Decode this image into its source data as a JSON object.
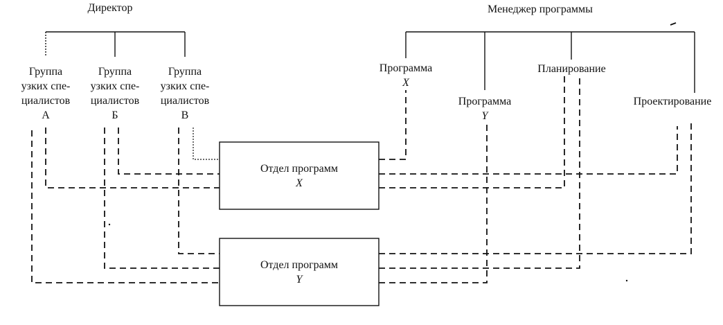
{
  "director": {
    "title": "Директор"
  },
  "manager": {
    "title": "Менеджер программы"
  },
  "groups": [
    {
      "line1": "Группа",
      "line2": "узких спе-",
      "line3": "циалистов",
      "letter": "А"
    },
    {
      "line1": "Группа",
      "line2": "узких спе-",
      "line3": "циалистов",
      "letter": "Б"
    },
    {
      "line1": "Группа",
      "line2": "узких спе-",
      "line3": "циалистов",
      "letter": "В"
    }
  ],
  "manager_units": {
    "program_x": {
      "line1": "Программа",
      "line2": "X"
    },
    "program_y": {
      "line1": "Программа",
      "line2": "Y"
    },
    "planning": {
      "label": "Планирование"
    },
    "design": {
      "label": "Проектирование"
    }
  },
  "departments": [
    {
      "line1": "Отдел программ",
      "line2": "X"
    },
    {
      "line1": "Отдел программ",
      "line2": "Y"
    }
  ]
}
